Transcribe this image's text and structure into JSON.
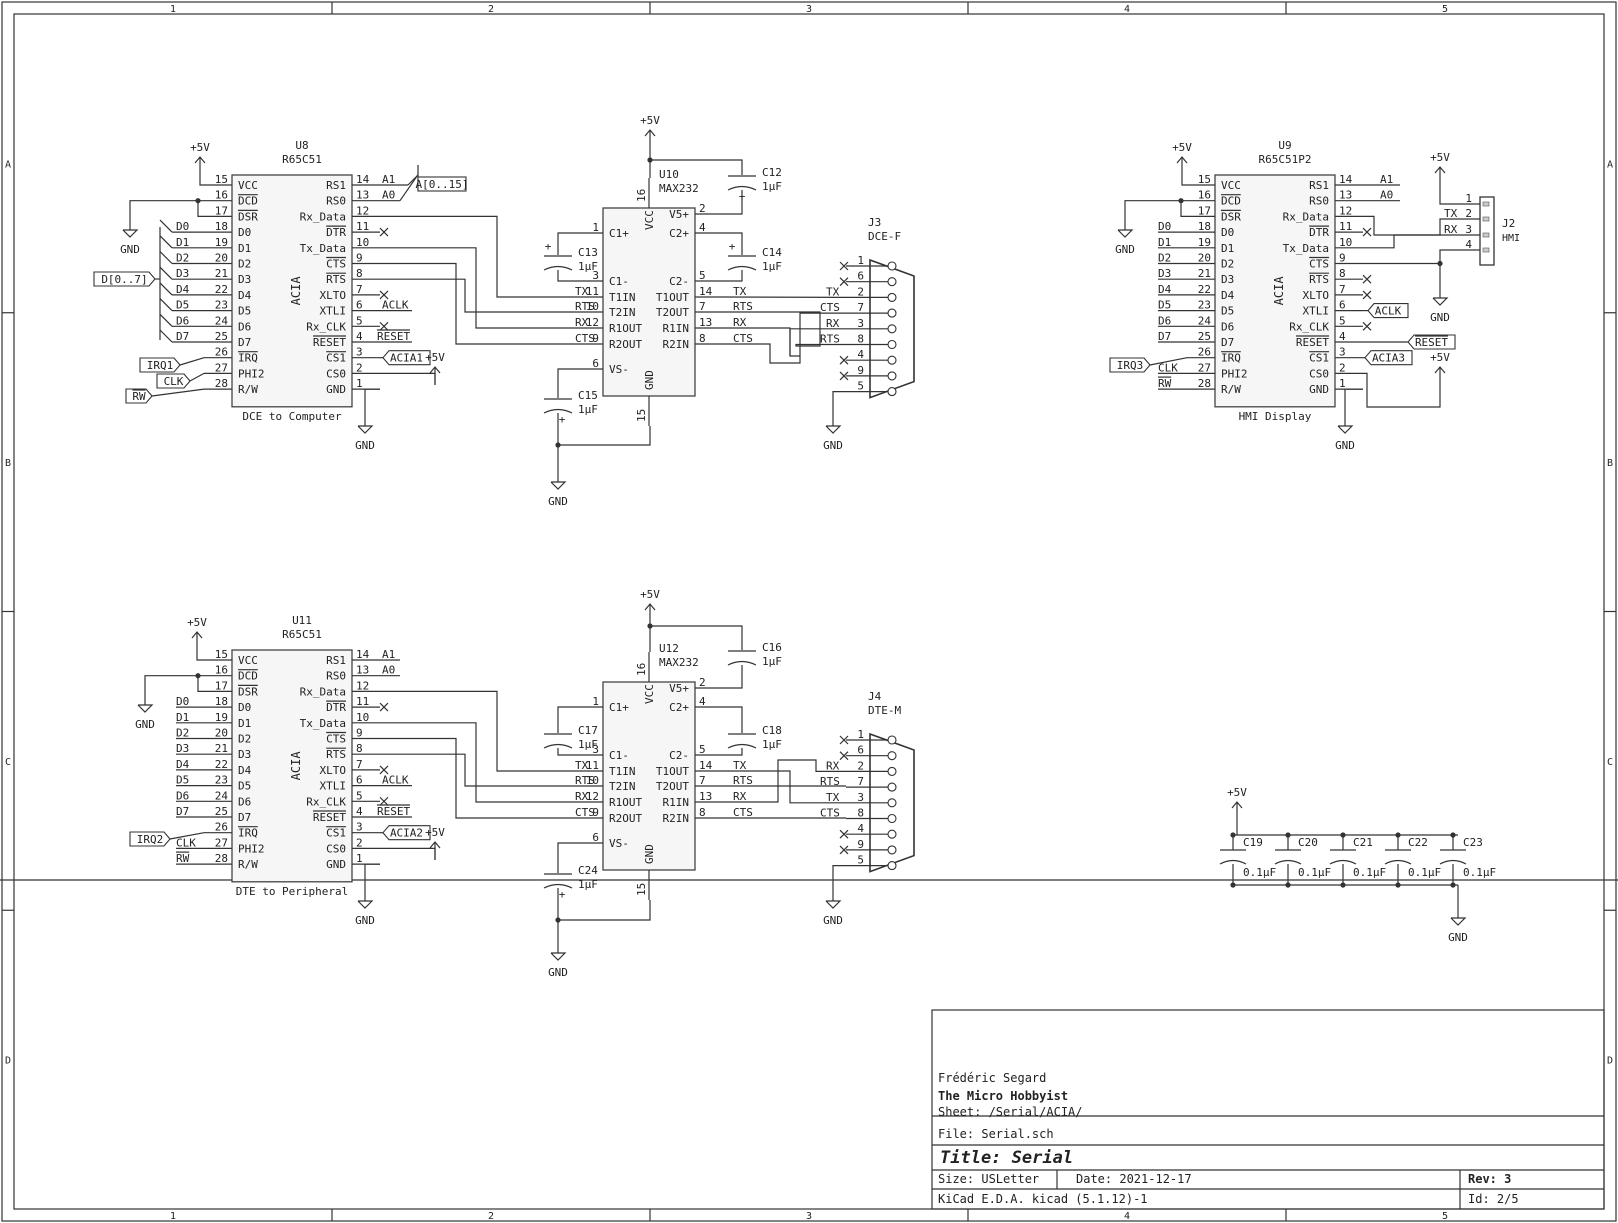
{
  "frame": {
    "col_labels": [
      "1",
      "2",
      "3",
      "4",
      "5"
    ],
    "row_labels": [
      "A",
      "B",
      "C",
      "D"
    ]
  },
  "chips": [
    {
      "ref": "U8",
      "value": "R65C51",
      "func": "ACIA",
      "caption": "DCE to Computer",
      "left_pins": [
        [
          "VCC",
          "15"
        ],
        [
          "DCD",
          "16"
        ],
        [
          "DSR",
          "17"
        ],
        [
          "D0",
          "18"
        ],
        [
          "D1",
          "19"
        ],
        [
          "D2",
          "20"
        ],
        [
          "D3",
          "21"
        ],
        [
          "D4",
          "22"
        ],
        [
          "D5",
          "23"
        ],
        [
          "D6",
          "24"
        ],
        [
          "D7",
          "25"
        ],
        [
          "IRQ",
          "26"
        ],
        [
          "PHI2",
          "27"
        ],
        [
          "R/W",
          "28"
        ]
      ],
      "right_pins": [
        [
          "RS1",
          "14"
        ],
        [
          "RS0",
          "13"
        ],
        [
          "Rx_Data",
          "12"
        ],
        [
          "DTR",
          "11"
        ],
        [
          "Tx_Data",
          "10"
        ],
        [
          "CTS",
          "9"
        ],
        [
          "RTS",
          "8"
        ],
        [
          "XLTO",
          "7"
        ],
        [
          "XTLI",
          "6"
        ],
        [
          "Rx_CLK",
          "5"
        ],
        [
          "RESET",
          "4"
        ],
        [
          "CS1",
          "3"
        ],
        [
          "CS0",
          "2"
        ],
        [
          "GND",
          "1"
        ]
      ]
    },
    {
      "ref": "U11",
      "value": "R65C51",
      "func": "ACIA",
      "caption": "DTE to Peripheral",
      "left_pins": [
        [
          "VCC",
          "15"
        ],
        [
          "DCD",
          "16"
        ],
        [
          "DSR",
          "17"
        ],
        [
          "D0",
          "18"
        ],
        [
          "D1",
          "19"
        ],
        [
          "D2",
          "20"
        ],
        [
          "D3",
          "21"
        ],
        [
          "D4",
          "22"
        ],
        [
          "D5",
          "23"
        ],
        [
          "D6",
          "24"
        ],
        [
          "D7",
          "25"
        ],
        [
          "IRQ",
          "26"
        ],
        [
          "PHI2",
          "27"
        ],
        [
          "R/W",
          "28"
        ]
      ],
      "right_pins": [
        [
          "RS1",
          "14"
        ],
        [
          "RS0",
          "13"
        ],
        [
          "Rx_Data",
          "12"
        ],
        [
          "DTR",
          "11"
        ],
        [
          "Tx_Data",
          "10"
        ],
        [
          "CTS",
          "9"
        ],
        [
          "RTS",
          "8"
        ],
        [
          "XLTO",
          "7"
        ],
        [
          "XTLI",
          "6"
        ],
        [
          "Rx_CLK",
          "5"
        ],
        [
          "RESET",
          "4"
        ],
        [
          "CS1",
          "3"
        ],
        [
          "CS0",
          "2"
        ],
        [
          "GND",
          "1"
        ]
      ]
    },
    {
      "ref": "U9",
      "value": "R65C51P2",
      "func": "ACIA",
      "caption": "HMI Display",
      "left_pins": [
        [
          "VCC",
          "15"
        ],
        [
          "DCD",
          "16"
        ],
        [
          "DSR",
          "17"
        ],
        [
          "D0",
          "18"
        ],
        [
          "D1",
          "19"
        ],
        [
          "D2",
          "20"
        ],
        [
          "D3",
          "21"
        ],
        [
          "D4",
          "22"
        ],
        [
          "D5",
          "23"
        ],
        [
          "D6",
          "24"
        ],
        [
          "D7",
          "25"
        ],
        [
          "IRQ",
          "26"
        ],
        [
          "PHI2",
          "27"
        ],
        [
          "R/W",
          "28"
        ]
      ],
      "right_pins": [
        [
          "RS1",
          "14"
        ],
        [
          "RS0",
          "13"
        ],
        [
          "Rx_Data",
          "12"
        ],
        [
          "DTR",
          "11"
        ],
        [
          "Tx_Data",
          "10"
        ],
        [
          "CTS",
          "9"
        ],
        [
          "RTS",
          "8"
        ],
        [
          "XLTO",
          "7"
        ],
        [
          "XTLI",
          "6"
        ],
        [
          "Rx_CLK",
          "5"
        ],
        [
          "RESET",
          "4"
        ],
        [
          "CS1",
          "3"
        ],
        [
          "CS0",
          "2"
        ],
        [
          "GND",
          "1"
        ]
      ]
    }
  ],
  "drivers": [
    {
      "ref": "U10",
      "value": "MAX232",
      "left_pins": [
        [
          "C1+",
          "1"
        ],
        [
          "C1-",
          "3"
        ],
        [
          "T1IN",
          "11"
        ],
        [
          "T2IN",
          "10"
        ],
        [
          "R1OUT",
          "12"
        ],
        [
          "R2OUT",
          "9"
        ],
        [
          "VS-",
          "6"
        ]
      ],
      "right_pins": [
        [
          "V5+",
          "2"
        ],
        [
          "C2+",
          "4"
        ],
        [
          "C2-",
          "5"
        ],
        [
          "T1OUT",
          "14"
        ],
        [
          "T2OUT",
          "7"
        ],
        [
          "R1IN",
          "13"
        ],
        [
          "R2IN",
          "8"
        ]
      ],
      "vcc": "VCC",
      "vcc_pin": "16",
      "gnd": "GND",
      "gnd_pin": "15"
    },
    {
      "ref": "U12",
      "value": "MAX232",
      "left_pins": [
        [
          "C1+",
          "1"
        ],
        [
          "C1-",
          "3"
        ],
        [
          "T1IN",
          "11"
        ],
        [
          "T2IN",
          "10"
        ],
        [
          "R1OUT",
          "12"
        ],
        [
          "R2OUT",
          "9"
        ],
        [
          "VS-",
          "6"
        ]
      ],
      "right_pins": [
        [
          "V5+",
          "2"
        ],
        [
          "C2+",
          "4"
        ],
        [
          "C2-",
          "5"
        ],
        [
          "T1OUT",
          "14"
        ],
        [
          "T2OUT",
          "7"
        ],
        [
          "R1IN",
          "13"
        ],
        [
          "R2IN",
          "8"
        ]
      ],
      "vcc": "VCC",
      "vcc_pin": "16",
      "gnd": "GND",
      "gnd_pin": "15"
    }
  ],
  "connectors": [
    {
      "ref": "J3",
      "value": "DCE-F",
      "pins": [
        "1",
        "6",
        "2",
        "7",
        "3",
        "8",
        "4",
        "9",
        "5"
      ]
    },
    {
      "ref": "J4",
      "value": "DTE-M",
      "pins": [
        "1",
        "6",
        "2",
        "7",
        "3",
        "8",
        "4",
        "9",
        "5"
      ]
    },
    {
      "ref": "J2",
      "value": "HMI",
      "pins": [
        "1",
        "2",
        "3",
        "4"
      ]
    }
  ],
  "caps_top": [
    {
      "ref": "C12",
      "value": "1µF"
    },
    {
      "ref": "C13",
      "value": "1µF"
    },
    {
      "ref": "C14",
      "value": "1µF"
    },
    {
      "ref": "C15",
      "value": "1µF"
    }
  ],
  "caps_bottom": [
    {
      "ref": "C16",
      "value": "1µF"
    },
    {
      "ref": "C17",
      "value": "1µF"
    },
    {
      "ref": "C18",
      "value": "1µF"
    },
    {
      "ref": "C24",
      "value": "1µF"
    }
  ],
  "decoupling": [
    {
      "ref": "C19",
      "value": "0.1µF"
    },
    {
      "ref": "C20",
      "value": "0.1µF"
    },
    {
      "ref": "C21",
      "value": "0.1µF"
    },
    {
      "ref": "C22",
      "value": "0.1µF"
    },
    {
      "ref": "C23",
      "value": "0.1µF"
    }
  ],
  "power": {
    "vcc": "+5V",
    "gnd": "GND"
  },
  "nets": {
    "tx": "TX",
    "rx": "RX",
    "rts": "RTS",
    "cts": "CTS",
    "a1": "A1",
    "a0": "A0",
    "aclk": "ACLK",
    "reset": "RESET",
    "clk": "CLK",
    "rw": "RW",
    "bus_a": "A[0..15]",
    "bus_d": "D[0..7]",
    "irq1": "IRQ1",
    "irq2": "IRQ2",
    "irq3": "IRQ3",
    "acia1": "ACIA1",
    "acia2": "ACIA2",
    "acia3": "ACIA3",
    "d": [
      "D0",
      "D1",
      "D2",
      "D3",
      "D4",
      "D5",
      "D6",
      "D7"
    ]
  },
  "title_block": {
    "author": "Frédéric Segard",
    "company": "The Micro Hobbyist",
    "sheet": "Sheet: /Serial/ACIA/",
    "file": "File: Serial.sch",
    "title": "Title: Serial",
    "size": "Size: USLetter",
    "date": "Date: 2021-12-17",
    "rev": "Rev: 3",
    "tool": "KiCad E.D.A.  kicad (5.1.12)-1",
    "id": "Id: 2/5"
  }
}
